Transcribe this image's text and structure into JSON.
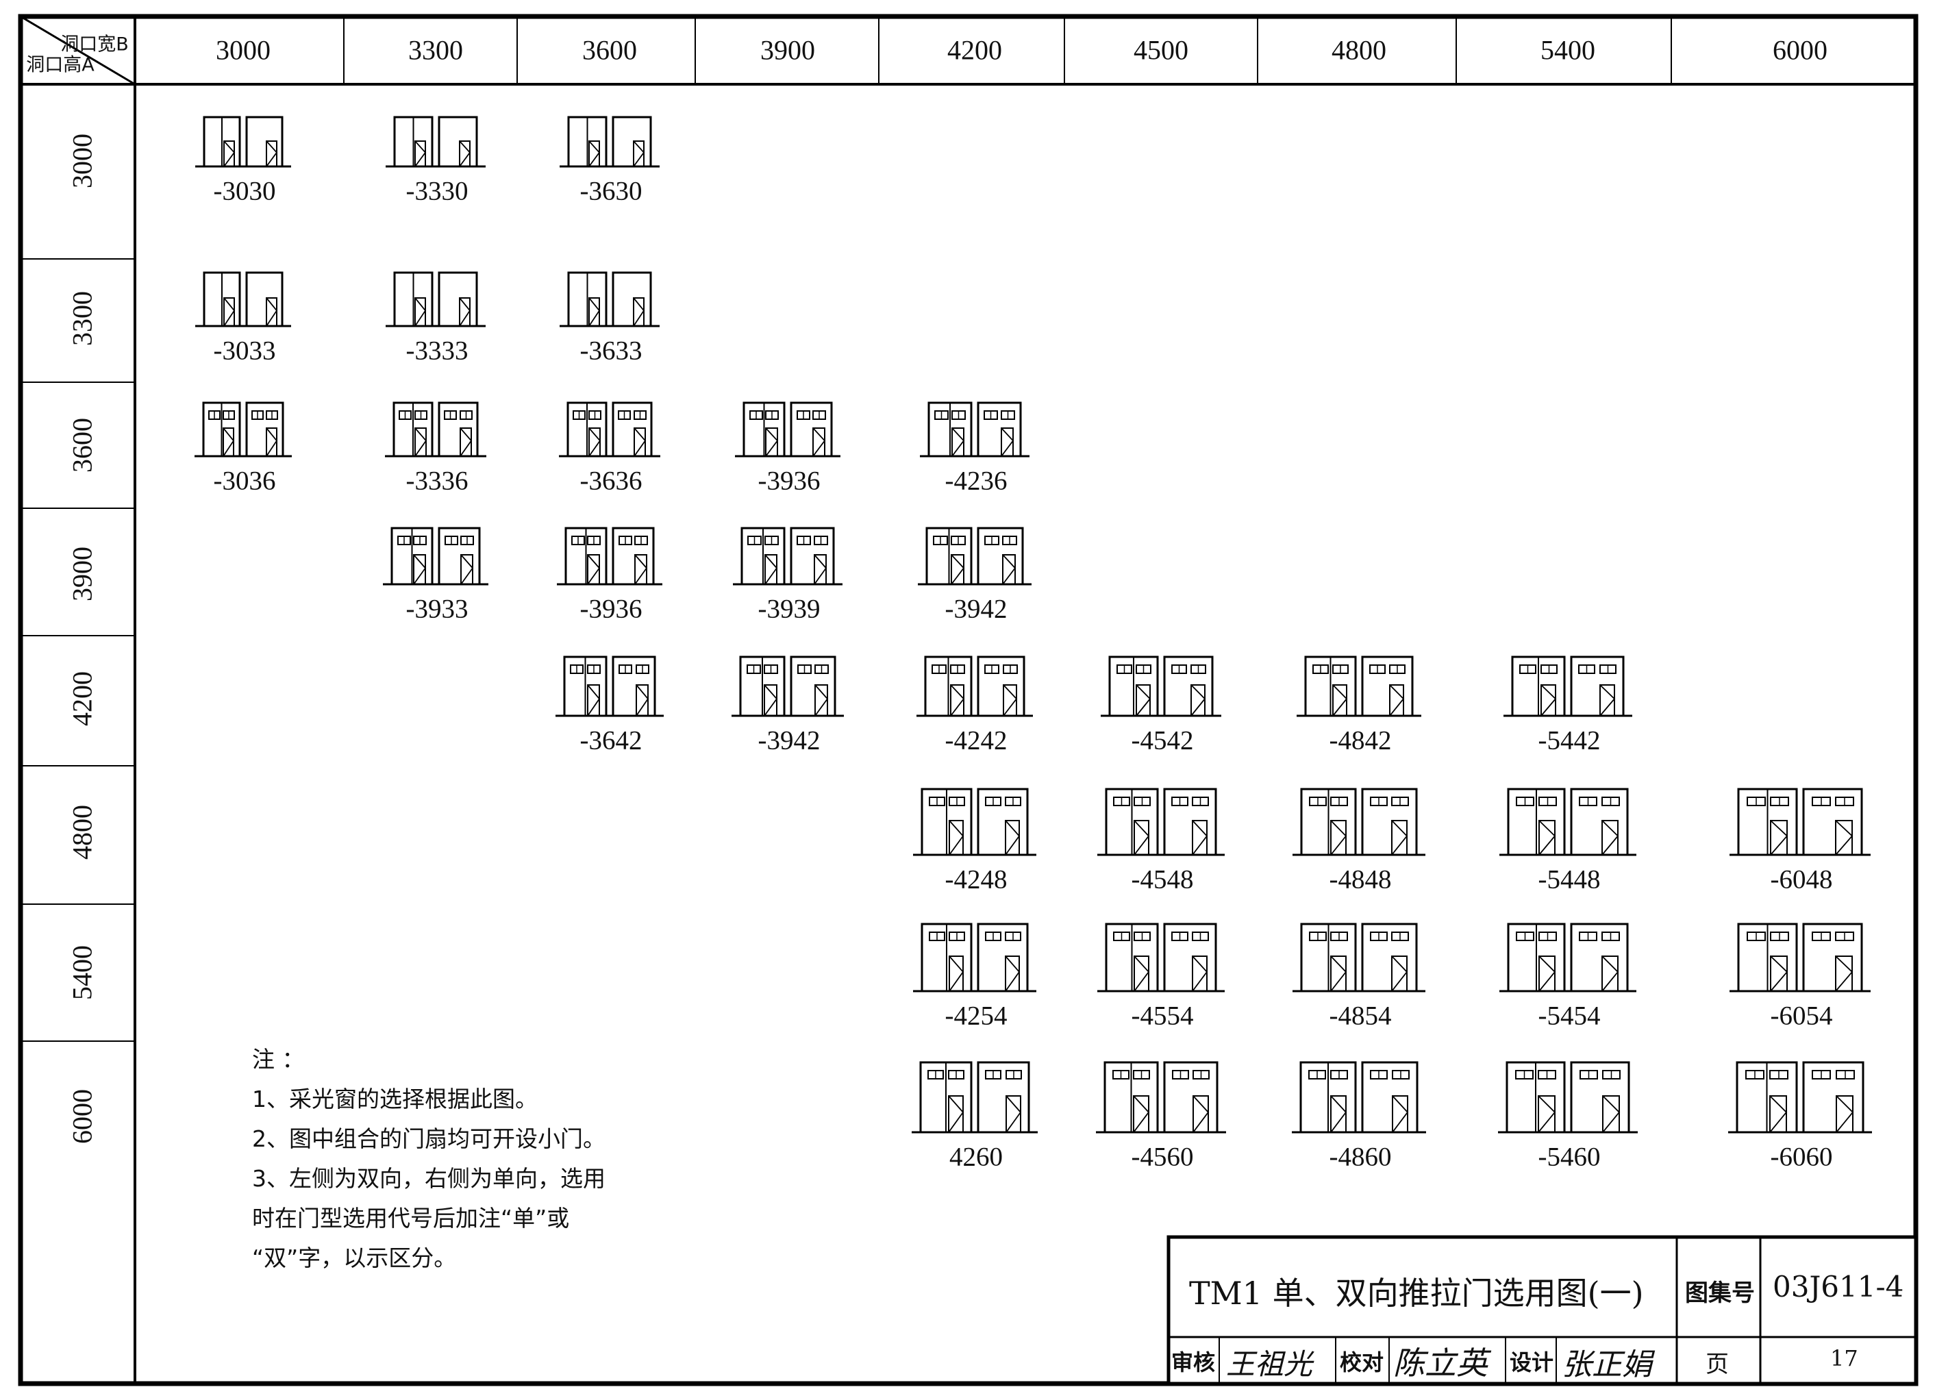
{
  "corner": {
    "width_label": "洞口宽B",
    "height_label": "洞口高A"
  },
  "columns": [
    "3000",
    "3300",
    "3600",
    "3900",
    "4200",
    "4500",
    "4800",
    "5400",
    "6000"
  ],
  "rows": [
    "3000",
    "3300",
    "3600",
    "3900",
    "4200",
    "4800",
    "5400",
    "6000"
  ],
  "door_types": [
    {
      "code": "-3030",
      "row": 0,
      "col": 0,
      "transom": false
    },
    {
      "code": "-3330",
      "row": 0,
      "col": 1,
      "transom": false
    },
    {
      "code": "-3630",
      "row": 0,
      "col": 2,
      "transom": false
    },
    {
      "code": "-3033",
      "row": 1,
      "col": 0,
      "transom": false
    },
    {
      "code": "-3333",
      "row": 1,
      "col": 1,
      "transom": false
    },
    {
      "code": "-3633",
      "row": 1,
      "col": 2,
      "transom": false
    },
    {
      "code": "-3036",
      "row": 2,
      "col": 0,
      "transom": true
    },
    {
      "code": "-3336",
      "row": 2,
      "col": 1,
      "transom": true
    },
    {
      "code": "-3636",
      "row": 2,
      "col": 2,
      "transom": true
    },
    {
      "code": "-3936",
      "row": 2,
      "col": 3,
      "transom": true
    },
    {
      "code": "-4236",
      "row": 2,
      "col": 4,
      "transom": true
    },
    {
      "code": "-3933",
      "row": 3,
      "col": 1,
      "transom": true
    },
    {
      "code": "-3936",
      "row": 3,
      "col": 2,
      "transom": true
    },
    {
      "code": "-3939",
      "row": 3,
      "col": 3,
      "transom": true
    },
    {
      "code": "-3942",
      "row": 3,
      "col": 4,
      "transom": true
    },
    {
      "code": "-3642",
      "row": 4,
      "col": 2,
      "transom": true
    },
    {
      "code": "-3942",
      "row": 4,
      "col": 3,
      "transom": true
    },
    {
      "code": "-4242",
      "row": 4,
      "col": 4,
      "transom": true
    },
    {
      "code": "-4542",
      "row": 4,
      "col": 5,
      "transom": true
    },
    {
      "code": "-4842",
      "row": 4,
      "col": 6,
      "transom": true
    },
    {
      "code": "-5442",
      "row": 4,
      "col": 7,
      "transom": true
    },
    {
      "code": "-4248",
      "row": 5,
      "col": 4,
      "transom": true
    },
    {
      "code": "-4548",
      "row": 5,
      "col": 5,
      "transom": true
    },
    {
      "code": "-4848",
      "row": 5,
      "col": 6,
      "transom": true
    },
    {
      "code": "-5448",
      "row": 5,
      "col": 7,
      "transom": true
    },
    {
      "code": "-6048",
      "row": 5,
      "col": 8,
      "transom": true
    },
    {
      "code": "-4254",
      "row": 6,
      "col": 4,
      "transom": true
    },
    {
      "code": "-4554",
      "row": 6,
      "col": 5,
      "transom": true
    },
    {
      "code": "-4854",
      "row": 6,
      "col": 6,
      "transom": true
    },
    {
      "code": "-5454",
      "row": 6,
      "col": 7,
      "transom": true
    },
    {
      "code": "-6054",
      "row": 6,
      "col": 8,
      "transom": true
    },
    {
      "code": "4260",
      "row": 7,
      "col": 4,
      "transom": true
    },
    {
      "code": "-4560",
      "row": 7,
      "col": 5,
      "transom": true
    },
    {
      "code": "-4860",
      "row": 7,
      "col": 6,
      "transom": true
    },
    {
      "code": "-5460",
      "row": 7,
      "col": 7,
      "transom": true
    },
    {
      "code": "-6060",
      "row": 7,
      "col": 8,
      "transom": true
    }
  ],
  "notes": {
    "title": "注 ：",
    "lines": [
      "1、采光窗的选择根据此图。",
      "2、图中组合的门扇均可开设小门。",
      "3、左侧为双向，右侧为单向，选用",
      "时在门型选用代号后加注“单”或",
      "“双”字，以示区分。"
    ]
  },
  "title_block": {
    "title": "TM1  单、双向推拉门选用图(一)",
    "atlas_label": "图集号",
    "atlas_no": "03J611-4",
    "review_label": "审核",
    "check_label": "校对",
    "design_label": "设计",
    "page_label": "页",
    "page_no": "17",
    "review_sign": "王祖光",
    "check_sign": "陈立英",
    "design_sign": "张正娟"
  }
}
